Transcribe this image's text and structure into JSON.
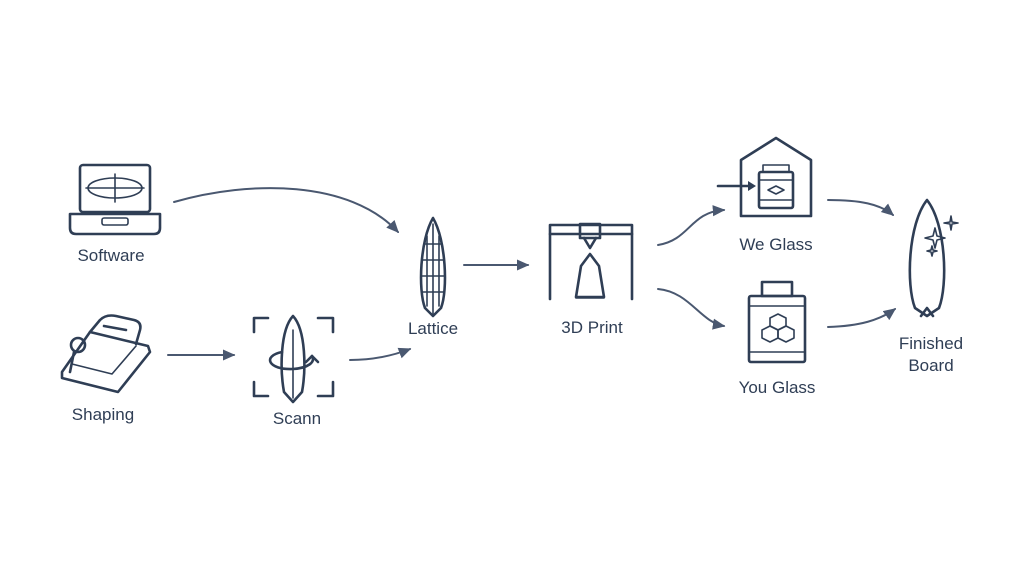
{
  "nodes": {
    "software": {
      "label": "Software",
      "icon": "laptop-icon"
    },
    "shaping": {
      "label": "Shaping",
      "icon": "hand-planer-icon"
    },
    "scann": {
      "label": "Scann",
      "icon": "scan-surfboard-icon"
    },
    "lattice": {
      "label": "Lattice",
      "icon": "lattice-surfboard-icon"
    },
    "print": {
      "label": "3D Print",
      "icon": "3d-printer-icon"
    },
    "we_glass": {
      "label": "We Glass",
      "icon": "house-resin-icon"
    },
    "you_glass": {
      "label": "You Glass",
      "icon": "resin-can-icon"
    },
    "finished": {
      "label_line1": "Finished",
      "label_line2": "Board",
      "icon": "sparkle-surfboard-icon"
    }
  },
  "colors": {
    "ink": "#2f3e55",
    "arrow": "#4a5870",
    "background": "#ffffff"
  }
}
